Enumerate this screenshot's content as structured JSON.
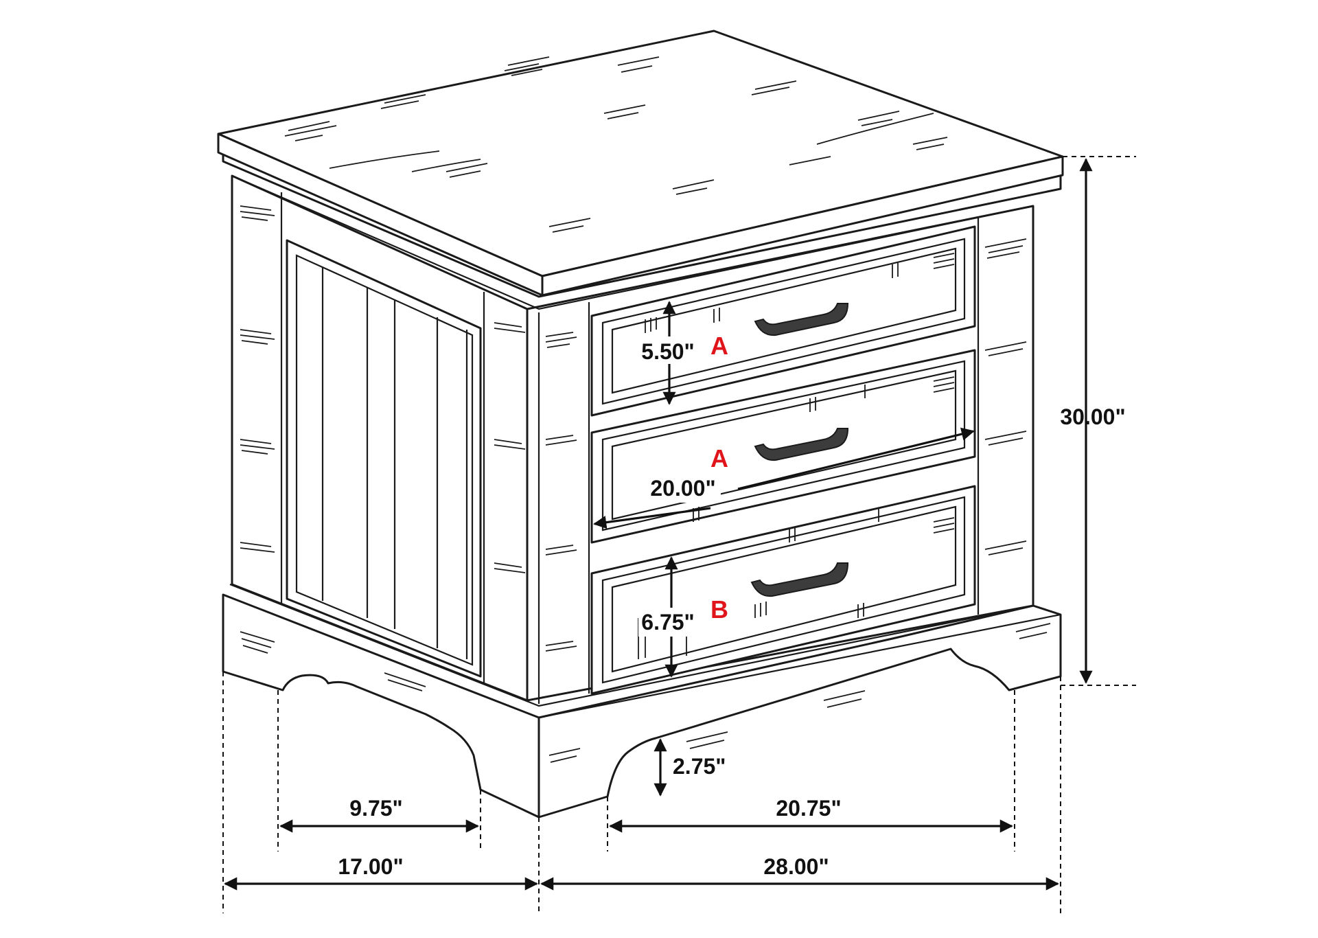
{
  "diagram": {
    "dimensions": {
      "drawer_top_height": "5.50\"",
      "drawer_width": "20.00\"",
      "drawer_bottom_height": "6.75\"",
      "overall_height": "30.00\"",
      "leg_height": "2.75\"",
      "side_leg_span": "9.75\"",
      "front_leg_span": "20.75\"",
      "overall_depth": "17.00\"",
      "overall_width": "28.00\""
    },
    "drawer_labels": {
      "top": "A",
      "middle": "A",
      "bottom": "B"
    },
    "colors": {
      "line": "#1a1a1a",
      "label_accent": "#e0151b",
      "handle": "#3c3c3c",
      "background": "#ffffff"
    }
  }
}
